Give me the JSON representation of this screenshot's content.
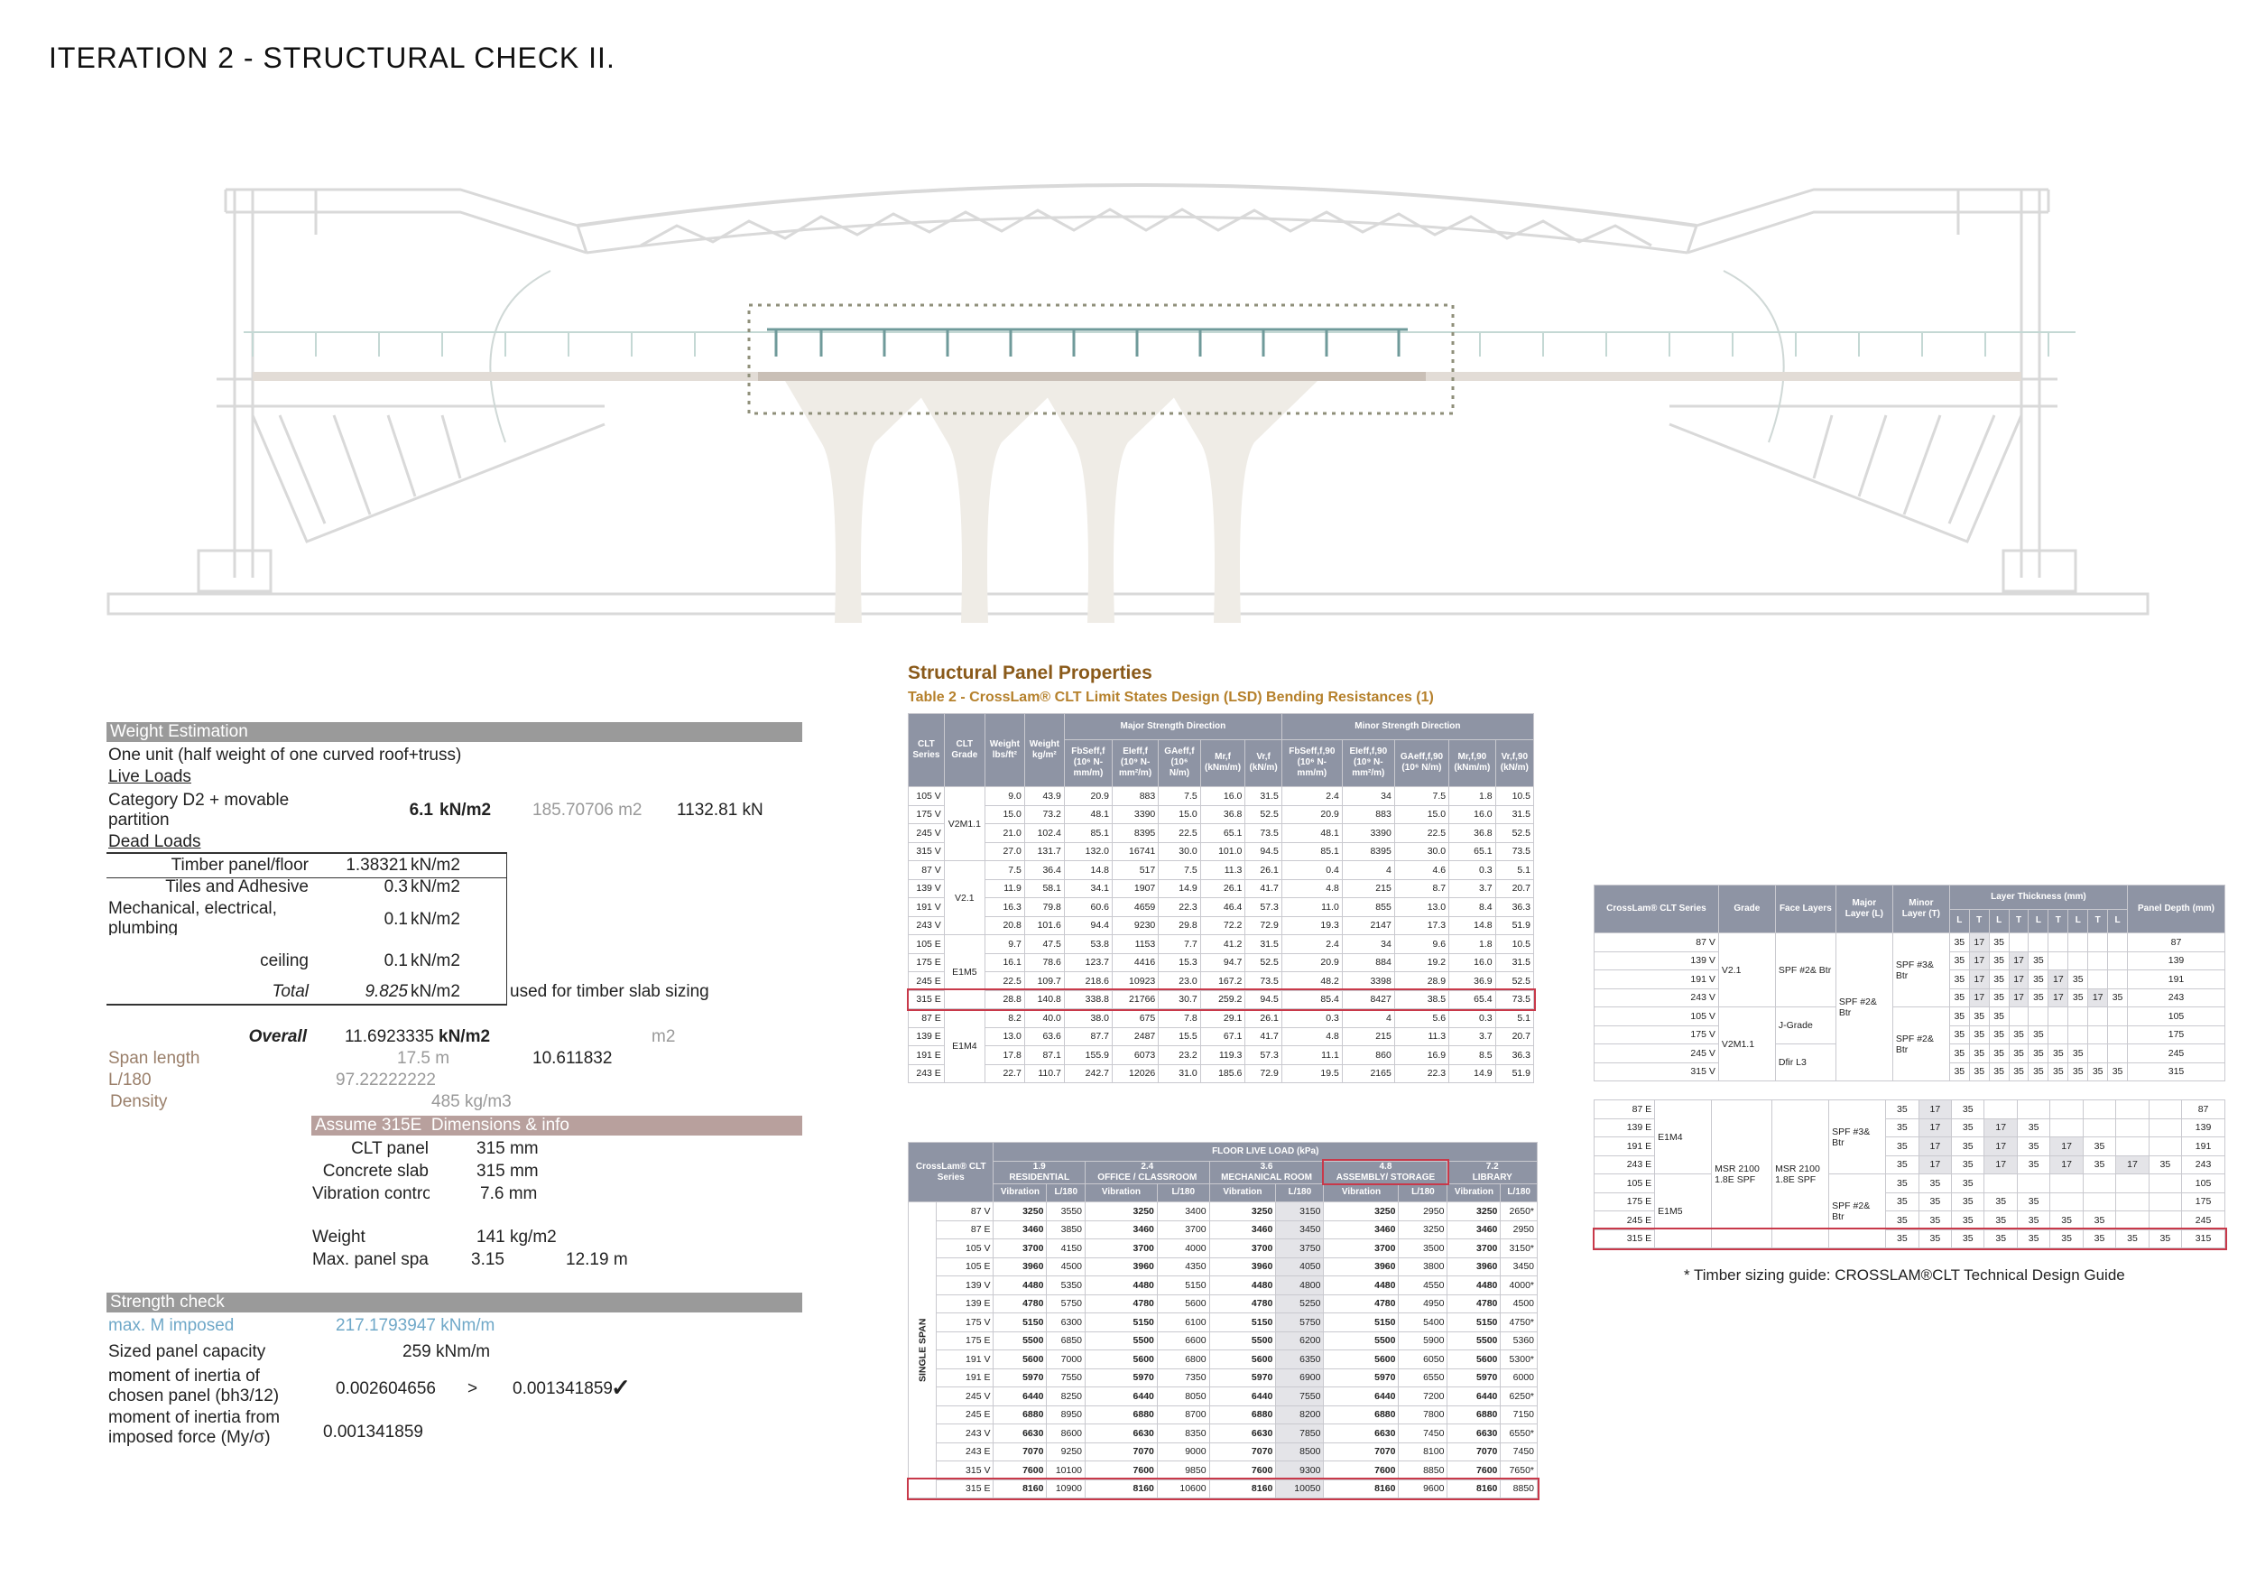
{
  "title": "ITERATION 2 - STRUCTURAL CHECK II.",
  "weight": {
    "header": "Weight Estimation",
    "unit_line": "One unit (half weight of one curved roof+truss)",
    "live_loads": "Live Loads",
    "category": "Category D2 + movable partition",
    "category_val": "6.1",
    "category_unit": "kN/m2",
    "area": "185.70706 m2",
    "force": "1132.81 kN",
    "dead_loads": "Dead Loads",
    "rows": [
      {
        "label": "Timber panel/floor",
        "val": "1.38321",
        "unit": "kN/m2"
      },
      {
        "label": "Tiles and Adhesive",
        "val": "0.3",
        "unit": "kN/m2"
      },
      {
        "label": "Mechanical, electrical, plumbing",
        "val": "0.1",
        "unit": "kN/m2"
      },
      {
        "label": "ceiling",
        "val": "0.1",
        "unit": "kN/m2"
      }
    ],
    "total_label": "Total",
    "total_val": "9.825",
    "total_unit": "kN/m2",
    "total_note": "used for timber slab sizing",
    "overall_label": "Overall",
    "overall_val": "11.6923335",
    "overall_unit": "kN/m2",
    "overall_m2": "m2",
    "span_label": "Span length",
    "span_val": "17.5 m",
    "span_extra": "10.611832",
    "l180_label": "L/180",
    "l180_val": "97.22222222",
    "density_label": "Density",
    "density_val": "485 kg/m3",
    "assume_a": "Assume 315E",
    "assume_b": "Dimensions & info",
    "dims": [
      {
        "label": "CLT panel",
        "val": "315 mm"
      },
      {
        "label": "Concrete slab",
        "val": "315 mm"
      },
      {
        "label": "Vibration contro",
        "val": "7.6 mm"
      }
    ],
    "weight_label": "Weight",
    "weight_val": "141 kg/m2",
    "maxpanel_label": "Max. panel spa",
    "maxpanel_val": "3.15",
    "maxpanel_val2": "12.19 m",
    "strength_header": "Strength check",
    "maxm_label": "max. M imposed",
    "maxm_val": "217.1793947 kNm/m",
    "sized_label": "Sized panel capacity",
    "sized_val": "259 kNm/m",
    "moi_label": "moment of inertia of chosen panel (bh3/12)",
    "moi_val": "0.002604656",
    "gt": ">",
    "moi_cmp": "0.001341859",
    "check": "✓",
    "moi2_label": "moment of inertia from imposed force (My/σ)",
    "moi2_val": "0.001341859"
  },
  "table2": {
    "title": "Structural Panel Properties",
    "subtitle": "Table 2 - CrossLam® CLT Limit States Design (LSD) Bending Resistances (1)",
    "h_series": "CLT Series",
    "h_grade": "CLT Grade",
    "h_wlbs": "Weight lbs/ft²",
    "h_wkg": "Weight kg/m²",
    "h_major": "Major Strength Direction",
    "h_minor": "Minor Strength Direction",
    "sub": [
      "FbSeff,f (10⁶ N-mm/m)",
      "EIeff,f (10⁹ N-mm²/m)",
      "GAeff,f (10⁶ N/m)",
      "Mr,f (kNm/m)",
      "Vr,f (kN/m)",
      "FbSeff,f,90 (10⁶ N-mm/m)",
      "EIeff,f,90 (10⁹ N-mm²/m)",
      "GAeff,f,90 (10⁶ N/m)",
      "Mr,f,90 (kNm/m)",
      "Vr,f,90 (kN/m)"
    ],
    "groups": [
      "V2M1.1",
      "V2.1",
      "E1M5",
      "E1M4"
    ],
    "rows": [
      [
        "105 V",
        "9.0",
        "43.9",
        "20.9",
        "883",
        "7.5",
        "16.0",
        "31.5",
        "2.4",
        "34",
        "7.5",
        "1.8",
        "10.5"
      ],
      [
        "175 V",
        "15.0",
        "73.2",
        "48.1",
        "3390",
        "15.0",
        "36.8",
        "52.5",
        "20.9",
        "883",
        "15.0",
        "16.0",
        "31.5"
      ],
      [
        "245 V",
        "21.0",
        "102.4",
        "85.1",
        "8395",
        "22.5",
        "65.1",
        "73.5",
        "48.1",
        "3390",
        "22.5",
        "36.8",
        "52.5"
      ],
      [
        "315 V",
        "27.0",
        "131.7",
        "132.0",
        "16741",
        "30.0",
        "101.0",
        "94.5",
        "85.1",
        "8395",
        "30.0",
        "65.1",
        "73.5"
      ],
      [
        "87 V",
        "7.5",
        "36.4",
        "14.8",
        "517",
        "7.5",
        "11.3",
        "26.1",
        "0.4",
        "4",
        "4.6",
        "0.3",
        "5.1"
      ],
      [
        "139 V",
        "11.9",
        "58.1",
        "34.1",
        "1907",
        "14.9",
        "26.1",
        "41.7",
        "4.8",
        "215",
        "8.7",
        "3.7",
        "20.7"
      ],
      [
        "191 V",
        "16.3",
        "79.8",
        "60.6",
        "4659",
        "22.3",
        "46.4",
        "57.3",
        "11.0",
        "855",
        "13.0",
        "8.4",
        "36.3"
      ],
      [
        "243 V",
        "20.8",
        "101.6",
        "94.4",
        "9230",
        "29.8",
        "72.2",
        "72.9",
        "19.3",
        "2147",
        "17.3",
        "14.8",
        "51.9"
      ],
      [
        "105 E",
        "9.7",
        "47.5",
        "53.8",
        "1153",
        "7.7",
        "41.2",
        "31.5",
        "2.4",
        "34",
        "9.6",
        "1.8",
        "10.5"
      ],
      [
        "175 E",
        "16.1",
        "78.6",
        "123.7",
        "4416",
        "15.3",
        "94.7",
        "52.5",
        "20.9",
        "884",
        "19.2",
        "16.0",
        "31.5"
      ],
      [
        "245 E",
        "22.5",
        "109.7",
        "218.6",
        "10923",
        "23.0",
        "167.2",
        "73.5",
        "48.2",
        "3398",
        "28.9",
        "36.9",
        "52.5"
      ],
      [
        "315 E",
        "28.8",
        "140.8",
        "338.8",
        "21766",
        "30.7",
        "259.2",
        "94.5",
        "85.4",
        "8427",
        "38.5",
        "65.4",
        "73.5"
      ],
      [
        "87 E",
        "8.2",
        "40.0",
        "38.0",
        "675",
        "7.8",
        "29.1",
        "26.1",
        "0.3",
        "4",
        "5.6",
        "0.3",
        "5.1"
      ],
      [
        "139 E",
        "13.0",
        "63.6",
        "87.7",
        "2487",
        "15.5",
        "67.1",
        "41.7",
        "4.8",
        "215",
        "11.3",
        "3.7",
        "20.7"
      ],
      [
        "191 E",
        "17.8",
        "87.1",
        "155.9",
        "6073",
        "23.2",
        "119.3",
        "57.3",
        "11.1",
        "860",
        "16.9",
        "8.5",
        "36.3"
      ],
      [
        "243 E",
        "22.7",
        "110.7",
        "242.7",
        "12026",
        "31.0",
        "185.6",
        "72.9",
        "19.5",
        "2165",
        "22.3",
        "14.9",
        "51.9"
      ]
    ]
  },
  "table3": {
    "h_series": "CrossLam® CLT Series",
    "h_fll": "FLOOR LIVE LOAD (kPa)",
    "cols": [
      {
        "val": "1.9",
        "name": "RESIDENTIAL"
      },
      {
        "val": "2.4",
        "name": "OFFICE / CLASSROOM"
      },
      {
        "val": "3.6",
        "name": "MECHANICAL ROOM"
      },
      {
        "val": "4.8",
        "name": "ASSEMBLY/ STORAGE"
      },
      {
        "val": "7.2",
        "name": "LIBRARY"
      }
    ],
    "vib": "Vibration",
    "l180": "L/180",
    "side": "SINGLE SPAN",
    "rows": [
      [
        "87 V",
        "3250",
        "3550",
        "3250",
        "3400",
        "3250",
        "3150",
        "3250",
        "2950",
        "3250",
        "2650*"
      ],
      [
        "87 E",
        "3460",
        "3850",
        "3460",
        "3700",
        "3460",
        "3450",
        "3460",
        "3250",
        "3460",
        "2950"
      ],
      [
        "105 V",
        "3700",
        "4150",
        "3700",
        "4000",
        "3700",
        "3750",
        "3700",
        "3500",
        "3700",
        "3150*"
      ],
      [
        "105 E",
        "3960",
        "4500",
        "3960",
        "4350",
        "3960",
        "4050",
        "3960",
        "3800",
        "3960",
        "3450"
      ],
      [
        "139 V",
        "4480",
        "5350",
        "4480",
        "5150",
        "4480",
        "4800",
        "4480",
        "4550",
        "4480",
        "4000*"
      ],
      [
        "139 E",
        "4780",
        "5750",
        "4780",
        "5600",
        "4780",
        "5250",
        "4780",
        "4950",
        "4780",
        "4500"
      ],
      [
        "175 V",
        "5150",
        "6300",
        "5150",
        "6100",
        "5150",
        "5750",
        "5150",
        "5400",
        "5150",
        "4750*"
      ],
      [
        "175 E",
        "5500",
        "6850",
        "5500",
        "6600",
        "5500",
        "6200",
        "5500",
        "5900",
        "5500",
        "5360"
      ],
      [
        "191 V",
        "5600",
        "7000",
        "5600",
        "6800",
        "5600",
        "6350",
        "5600",
        "6050",
        "5600",
        "5300*"
      ],
      [
        "191 E",
        "5970",
        "7550",
        "5970",
        "7350",
        "5970",
        "6900",
        "5970",
        "6550",
        "5970",
        "6000"
      ],
      [
        "245 V",
        "6440",
        "8250",
        "6440",
        "8050",
        "6440",
        "7550",
        "6440",
        "7200",
        "6440",
        "6250*"
      ],
      [
        "245 E",
        "6880",
        "8950",
        "6880",
        "8700",
        "6880",
        "8200",
        "6880",
        "7800",
        "6880",
        "7150"
      ],
      [
        "243 V",
        "6630",
        "8600",
        "6630",
        "8350",
        "6630",
        "7850",
        "6630",
        "7450",
        "6630",
        "6550*"
      ],
      [
        "243 E",
        "7070",
        "9250",
        "7070",
        "9000",
        "7070",
        "8500",
        "7070",
        "8100",
        "7070",
        "7450"
      ],
      [
        "315 V",
        "7600",
        "10100",
        "7600",
        "9850",
        "7600",
        "9300",
        "7600",
        "8850",
        "7600",
        "7650*"
      ],
      [
        "315 E",
        "8160",
        "10900",
        "8160",
        "10600",
        "8160",
        "10050",
        "8160",
        "9600",
        "8160",
        "8850"
      ]
    ]
  },
  "table4": {
    "h_series": "CrossLam® CLT Series",
    "h_grade": "Grade",
    "h_face": "Face Layers",
    "h_major": "Major Layer (L)",
    "h_minor": "Minor Layer (T)",
    "h_layers": "Layer Thickness (mm)",
    "h_depth": "Panel Depth (mm)",
    "layer_letters": [
      "L",
      "T",
      "L",
      "T",
      "L",
      "T",
      "L",
      "T",
      "L"
    ],
    "grade_a1": "V2.1",
    "grade_a2": "V2M1.1",
    "face_a1": "SPF #2& Btr",
    "face_a2": "J-Grade",
    "face_a3": "Dfir L3",
    "major_a": "SPF #2& Btr",
    "minor_a1": "SPF #3& Btr",
    "minor_a2": "SPF #2& Btr",
    "grade_b1": "E1M4",
    "grade_b2": "E1M5",
    "face_b": "MSR 2100 1.8E SPF",
    "major_b": "MSR 2100 1.8E SPF",
    "minor_b1": "SPF #3& Btr",
    "minor_b2": "SPF #2& Btr",
    "rows_a": [
      [
        "87 V",
        "35",
        "17",
        "35",
        "",
        "",
        "",
        "",
        "",
        "",
        "87"
      ],
      [
        "139 V",
        "35",
        "17",
        "35",
        "17",
        "35",
        "",
        "",
        "",
        "",
        "139"
      ],
      [
        "191 V",
        "35",
        "17",
        "35",
        "17",
        "35",
        "17",
        "35",
        "",
        "",
        "191"
      ],
      [
        "243 V",
        "35",
        "17",
        "35",
        "17",
        "35",
        "17",
        "35",
        "17",
        "35",
        "243"
      ],
      [
        "105 V",
        "35",
        "35",
        "35",
        "",
        "",
        "",
        "",
        "",
        "",
        "105"
      ],
      [
        "175 V",
        "35",
        "35",
        "35",
        "35",
        "35",
        "",
        "",
        "",
        "",
        "175"
      ],
      [
        "245 V",
        "35",
        "35",
        "35",
        "35",
        "35",
        "35",
        "35",
        "",
        "",
        "245"
      ],
      [
        "315 V",
        "35",
        "35",
        "35",
        "35",
        "35",
        "35",
        "35",
        "35",
        "35",
        "315"
      ]
    ],
    "rows_b": [
      [
        "87 E",
        "35",
        "17",
        "35",
        "",
        "",
        "",
        "",
        "",
        "",
        "87"
      ],
      [
        "139 E",
        "35",
        "17",
        "35",
        "17",
        "35",
        "",
        "",
        "",
        "",
        "139"
      ],
      [
        "191 E",
        "35",
        "17",
        "35",
        "17",
        "35",
        "17",
        "35",
        "",
        "",
        "191"
      ],
      [
        "243 E",
        "35",
        "17",
        "35",
        "17",
        "35",
        "17",
        "35",
        "17",
        "35",
        "243"
      ],
      [
        "105 E",
        "35",
        "35",
        "35",
        "",
        "",
        "",
        "",
        "",
        "",
        "105"
      ],
      [
        "175 E",
        "35",
        "35",
        "35",
        "35",
        "35",
        "",
        "",
        "",
        "",
        "175"
      ],
      [
        "245 E",
        "35",
        "35",
        "35",
        "35",
        "35",
        "35",
        "35",
        "",
        "",
        "245"
      ],
      [
        "315 E",
        "35",
        "35",
        "35",
        "35",
        "35",
        "35",
        "35",
        "35",
        "35",
        "315"
      ]
    ],
    "note": "* Timber sizing guide: CROSSLAM®CLT  Technical Design Guide"
  }
}
